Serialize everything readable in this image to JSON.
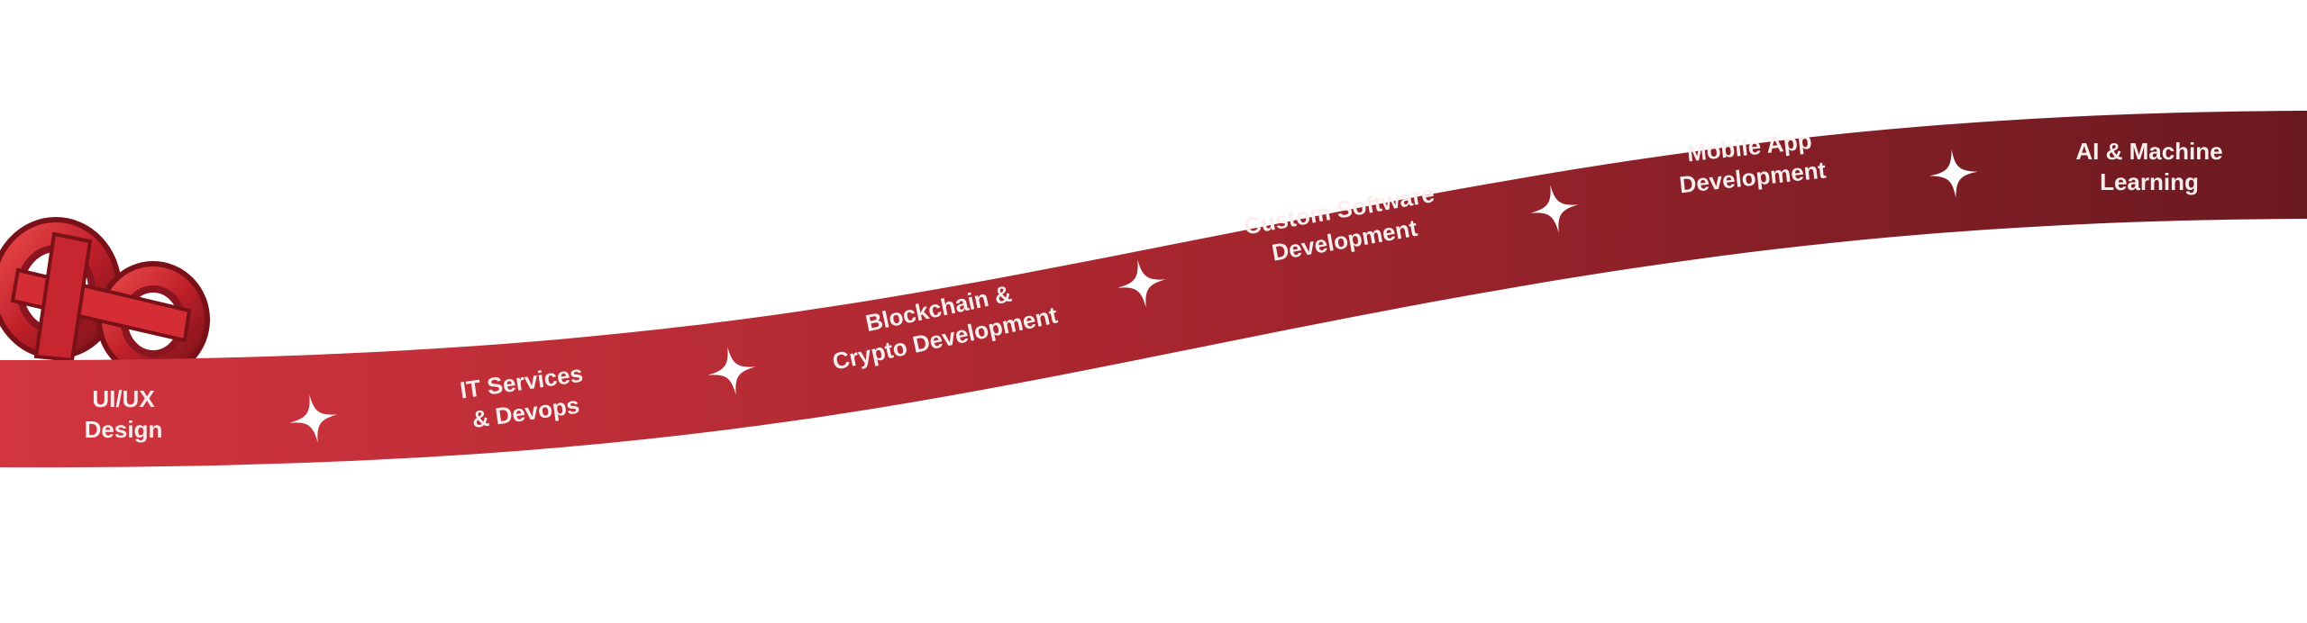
{
  "colors": {
    "ribbon_start": "#d2353f",
    "ribbon_mid": "#a8262f",
    "ribbon_end": "#6a1920",
    "text": "#fbeeee",
    "star": "#ffffff"
  },
  "logo": {
    "icon": "red-3d-infinity-logo-icon"
  },
  "services": [
    {
      "line1": "UI/UX",
      "line2": "Design"
    },
    {
      "line1": "IT Services",
      "line2": "& Devops"
    },
    {
      "line1": "Blockchain &",
      "line2": "Crypto Development"
    },
    {
      "line1": "Custom Software",
      "line2": "Development"
    },
    {
      "line1": "Mobile App",
      "line2": "Development"
    },
    {
      "line1": "AI & Machine",
      "line2": "Learning"
    }
  ],
  "separator_icon": "sparkle-icon"
}
